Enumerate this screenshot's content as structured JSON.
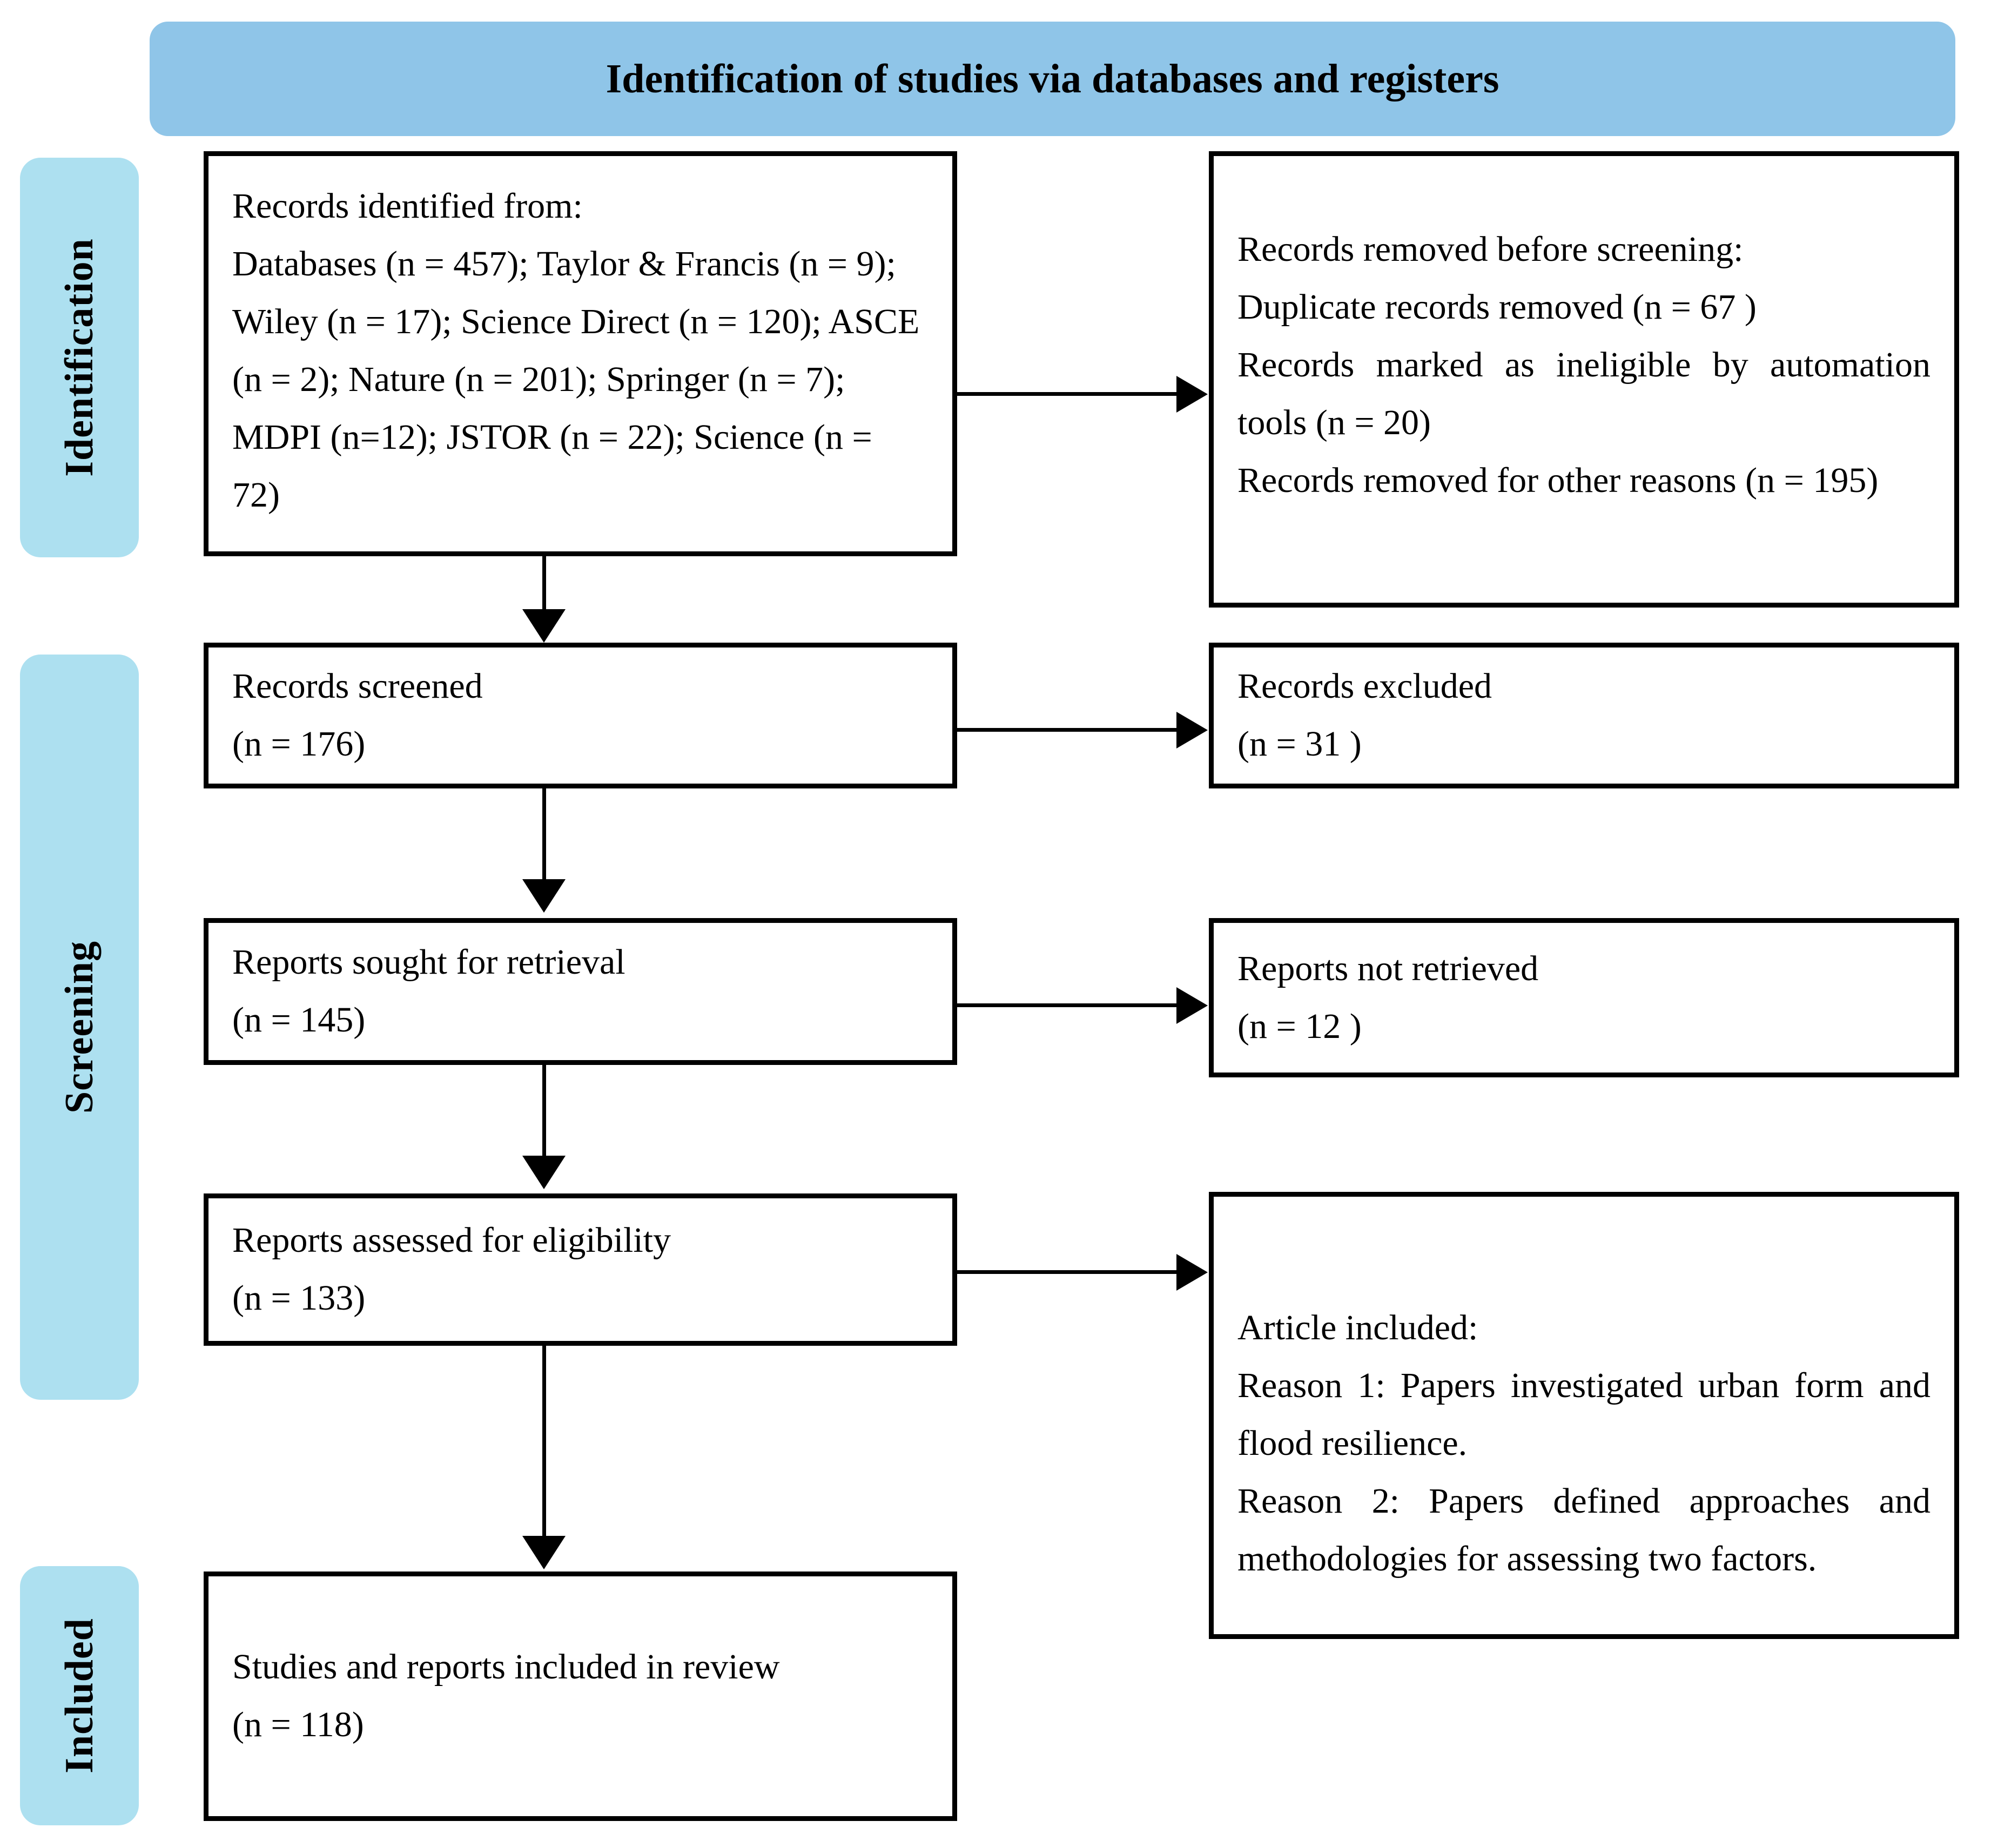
{
  "banner": {
    "title": "Identification of studies via databases and registers",
    "color": "#8FC5E8"
  },
  "phases": [
    {
      "label": "Identification",
      "color": "#ADE0F0"
    },
    {
      "label": "Screening",
      "color": "#ADE0F0"
    },
    {
      "label": "Included",
      "color": "#ADE0F0"
    }
  ],
  "boxes": {
    "identified": {
      "line1": "Records identified from:",
      "line2": "Databases (n = 457); Taylor & Francis (n = 9); Wiley (n = 17); Science Direct (n = 120); ASCE (n = 2); Nature (n = 201); Springer (n = 7); MDPI (n=12); JSTOR (n = 22); Science (n = 72)"
    },
    "removed": {
      "line1": "Records removed before screening:",
      "line2": "Duplicate records removed (n = 67 )",
      "line3": "Records marked as ineligible by automation tools (n = 20)",
      "line4": "Records removed for other reasons (n = 195)"
    },
    "screened": {
      "line1": "Records screened",
      "line2": "(n = 176)"
    },
    "excluded": {
      "line1": "Records excluded",
      "line2": "(n = 31 )"
    },
    "sought": {
      "line1": "Reports sought for retrieval",
      "line2": "(n = 145)"
    },
    "not_retrieved": {
      "line1": "Reports not retrieved",
      "line2": "(n = 12 )"
    },
    "assessed": {
      "line1": "Reports assessed for eligibility",
      "line2": "(n = 133)"
    },
    "article_included": {
      "line1": "Article included:",
      "line2": "Reason 1: Papers investigated urban form and flood resilience.",
      "line3": "Reason 2: Papers defined approaches and methodologies for assessing two factors."
    },
    "included": {
      "line1": "Studies and reports included in review",
      "line2": "(n = 118)"
    }
  }
}
